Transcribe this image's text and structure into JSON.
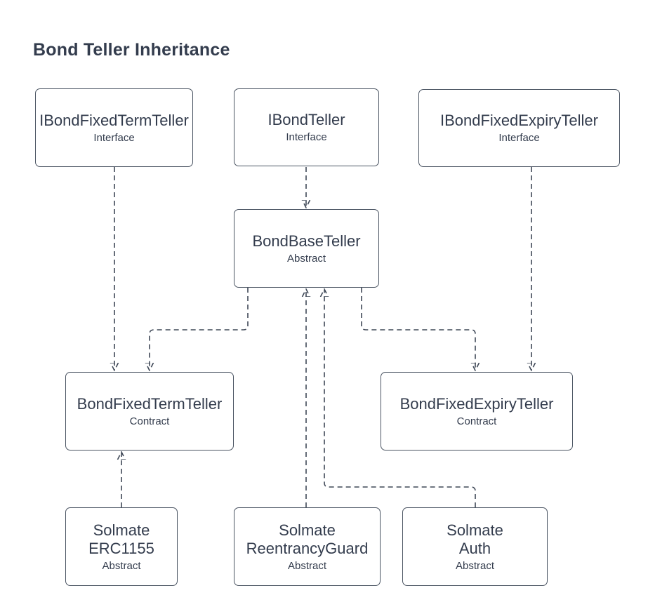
{
  "title": "Bond Teller Inheritance",
  "colors": {
    "background": "#FFFFFF",
    "text": "#333C4D",
    "node_border": "#4A5462",
    "edge_line": "#3F4857",
    "arrowhead": "#353E4E"
  },
  "nodes": [
    {
      "id": "ibond-fixed-term-teller",
      "title_lines": [
        "IBondFixedTermTeller"
      ],
      "stereotype": "Interface"
    },
    {
      "id": "ibond-teller",
      "title_lines": [
        "IBondTeller"
      ],
      "stereotype": "Interface"
    },
    {
      "id": "ibond-fixed-expiry-teller",
      "title_lines": [
        "IBondFixedExpiryTeller"
      ],
      "stereotype": "Interface"
    },
    {
      "id": "bond-base-teller",
      "title_lines": [
        "BondBaseTeller"
      ],
      "stereotype": "Abstract"
    },
    {
      "id": "bond-fixed-term-teller",
      "title_lines": [
        "BondFixedTermTeller"
      ],
      "stereotype": "Contract"
    },
    {
      "id": "bond-fixed-expiry-teller",
      "title_lines": [
        "BondFixedExpiryTeller"
      ],
      "stereotype": "Contract"
    },
    {
      "id": "solmate-erc1155",
      "title_lines": [
        "Solmate",
        "ERC1155"
      ],
      "stereotype": "Abstract"
    },
    {
      "id": "solmate-reentrancy-guard",
      "title_lines": [
        "Solmate",
        "ReentrancyGuard"
      ],
      "stereotype": "Abstract"
    },
    {
      "id": "solmate-auth",
      "title_lines": [
        "Solmate",
        "Auth"
      ],
      "stereotype": "Abstract"
    }
  ],
  "edges": [
    {
      "from": "IBondTeller",
      "to": "BondBaseTeller",
      "style": "dashed",
      "arrowhead": "filled-triangle",
      "enters": "top"
    },
    {
      "from": "IBondFixedTermTeller",
      "to": "BondFixedTermTeller",
      "style": "dashed",
      "arrowhead": "filled-triangle",
      "enters": "top"
    },
    {
      "from": "IBondFixedExpiryTeller",
      "to": "BondFixedExpiryTeller",
      "style": "dashed",
      "arrowhead": "filled-triangle",
      "enters": "top"
    },
    {
      "from": "BondBaseTeller",
      "to": "BondFixedTermTeller",
      "style": "dashed",
      "arrowhead": "filled-triangle",
      "enters": "top"
    },
    {
      "from": "BondBaseTeller",
      "to": "BondFixedExpiryTeller",
      "style": "dashed",
      "arrowhead": "filled-triangle",
      "enters": "top"
    },
    {
      "from": "Solmate ERC1155",
      "to": "BondFixedTermTeller",
      "style": "dashed",
      "arrowhead": "filled-triangle",
      "enters": "bottom"
    },
    {
      "from": "Solmate ReentrancyGuard",
      "to": "BondBaseTeller",
      "style": "dashed",
      "arrowhead": "filled-triangle",
      "enters": "bottom"
    },
    {
      "from": "Solmate Auth",
      "to": "BondBaseTeller",
      "style": "dashed",
      "arrowhead": "filled-triangle",
      "enters": "bottom"
    }
  ]
}
